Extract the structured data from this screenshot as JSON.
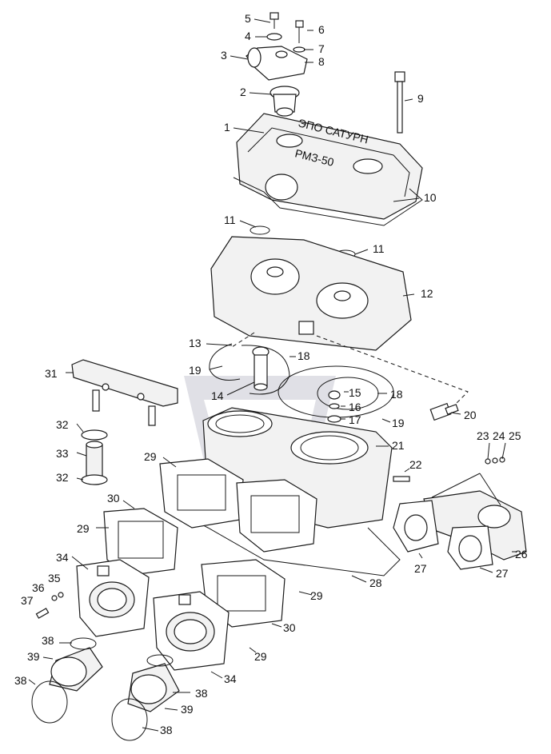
{
  "diagram": {
    "type": "exploded-parts-diagram",
    "line_color": "#1a1a1a",
    "watermark_color": "#c8c8d2",
    "engraved_cover_text_1": "ЭПО САТУРН",
    "engraved_cover_text_2": "РМЗ-50",
    "callouts": [
      {
        "id": "c1",
        "label": "1"
      },
      {
        "id": "c2",
        "label": "2"
      },
      {
        "id": "c3",
        "label": "3"
      },
      {
        "id": "c4",
        "label": "4"
      },
      {
        "id": "c5",
        "label": "5"
      },
      {
        "id": "c6",
        "label": "6"
      },
      {
        "id": "c7",
        "label": "7"
      },
      {
        "id": "c8",
        "label": "8"
      },
      {
        "id": "c9",
        "label": "9"
      },
      {
        "id": "c10",
        "label": "10"
      },
      {
        "id": "c11a",
        "label": "11"
      },
      {
        "id": "c11b",
        "label": "11"
      },
      {
        "id": "c12",
        "label": "12"
      },
      {
        "id": "c13",
        "label": "13"
      },
      {
        "id": "c14",
        "label": "14"
      },
      {
        "id": "c15",
        "label": "15"
      },
      {
        "id": "c16",
        "label": "16"
      },
      {
        "id": "c17",
        "label": "17"
      },
      {
        "id": "c18a",
        "label": "18"
      },
      {
        "id": "c18b",
        "label": "18"
      },
      {
        "id": "c19a",
        "label": "19"
      },
      {
        "id": "c19b",
        "label": "19"
      },
      {
        "id": "c20",
        "label": "20"
      },
      {
        "id": "c21",
        "label": "21"
      },
      {
        "id": "c22",
        "label": "22"
      },
      {
        "id": "c23",
        "label": "23"
      },
      {
        "id": "c24",
        "label": "24"
      },
      {
        "id": "c25",
        "label": "25"
      },
      {
        "id": "c26",
        "label": "26"
      },
      {
        "id": "c27a",
        "label": "27"
      },
      {
        "id": "c27b",
        "label": "27"
      },
      {
        "id": "c28",
        "label": "28"
      },
      {
        "id": "c29a",
        "label": "29"
      },
      {
        "id": "c29b",
        "label": "29"
      },
      {
        "id": "c29c",
        "label": "29"
      },
      {
        "id": "c29d",
        "label": "29"
      },
      {
        "id": "c30a",
        "label": "30"
      },
      {
        "id": "c30b",
        "label": "30"
      },
      {
        "id": "c31",
        "label": "31"
      },
      {
        "id": "c32a",
        "label": "32"
      },
      {
        "id": "c32b",
        "label": "32"
      },
      {
        "id": "c33",
        "label": "33"
      },
      {
        "id": "c34a",
        "label": "34"
      },
      {
        "id": "c34b",
        "label": "34"
      },
      {
        "id": "c35",
        "label": "35"
      },
      {
        "id": "c36",
        "label": "36"
      },
      {
        "id": "c37",
        "label": "37"
      },
      {
        "id": "c38a",
        "label": "38"
      },
      {
        "id": "c38b",
        "label": "38"
      },
      {
        "id": "c38c",
        "label": "38"
      },
      {
        "id": "c38d",
        "label": "38"
      },
      {
        "id": "c39a",
        "label": "39"
      },
      {
        "id": "c39b",
        "label": "39"
      }
    ]
  }
}
